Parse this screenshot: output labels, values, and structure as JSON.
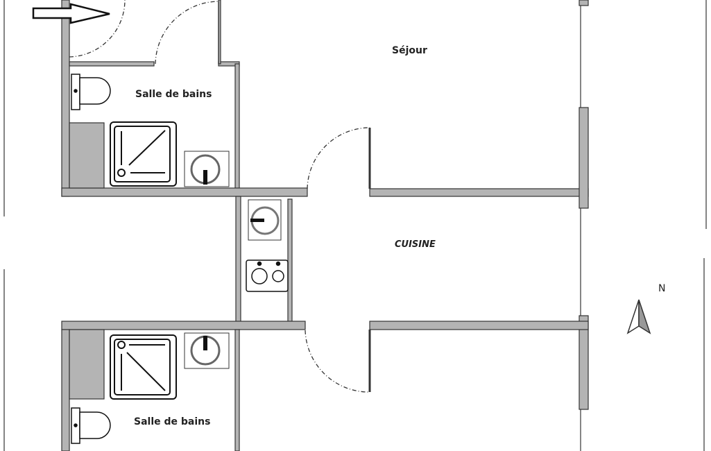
{
  "rooms": {
    "sejour": "Séjour",
    "bathroom_top": "Salle de bains",
    "kitchen": "CUISINE",
    "bathroom_bottom": "Salle de bains"
  },
  "compass": {
    "north_label": "N"
  },
  "colors": {
    "wall": "#b4b4b4",
    "wall_outline": "#333333",
    "line": "#222222"
  }
}
